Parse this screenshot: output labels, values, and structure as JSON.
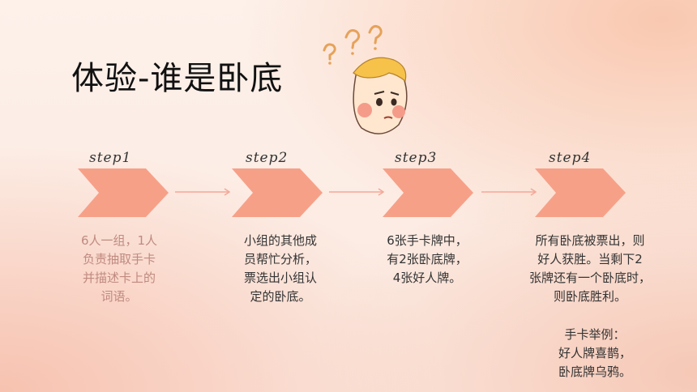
{
  "title": "体验-谁是卧底",
  "decoration": {
    "icon": "confused-boy-face-icon",
    "marks": "? ? ?"
  },
  "steps": [
    {
      "label": "step1",
      "text": "6人一组，1人\n负责抽取手卡\n并描述卡上的\n词语。"
    },
    {
      "label": "step2",
      "text": "小组的其他成\n员帮忙分析，\n票选出小组认\n定的卧底。"
    },
    {
      "label": "step3",
      "text": "6张手卡牌中，\n有2张卧底牌，\n4张好人牌。"
    },
    {
      "label": "step4",
      "text": "所有卧底被票出，则\n好人获胜。当剩下2\n张牌还有一个卧底时，\n则卧底胜利。"
    }
  ],
  "example": {
    "text": "手卡举例：\n好人牌喜鹊，\n卧底牌乌鸦。"
  },
  "colors": {
    "chevron": "#f7a088",
    "connector": "#f4a898",
    "step1_text": "#c08a80"
  }
}
